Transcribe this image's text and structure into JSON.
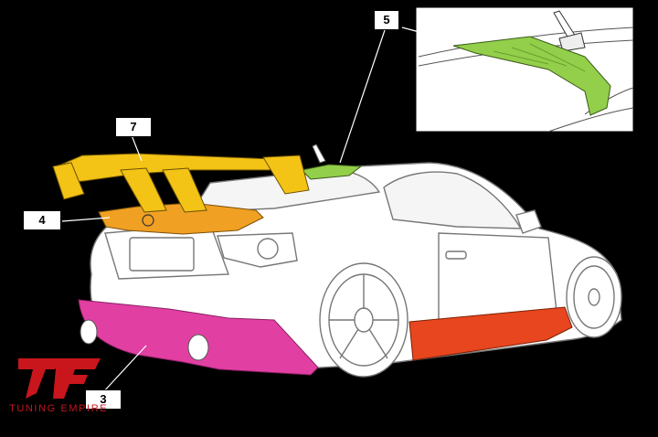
{
  "callouts": [
    {
      "id": "5",
      "label": "5"
    },
    {
      "id": "7",
      "label": "7"
    },
    {
      "id": "4",
      "label": "4"
    },
    {
      "id": "3",
      "label": "3"
    }
  ],
  "brand": {
    "text": "TUNING EMPIRE",
    "logo_color": "#c8161c"
  },
  "colors": {
    "part7_wing": "#f3c316",
    "part4_ducktail": "#f0a023",
    "part5_roof_spoiler": "#93cf4a",
    "part3_rear_diffuser": "#e23fa3",
    "side_skirt": "#e8461e"
  }
}
